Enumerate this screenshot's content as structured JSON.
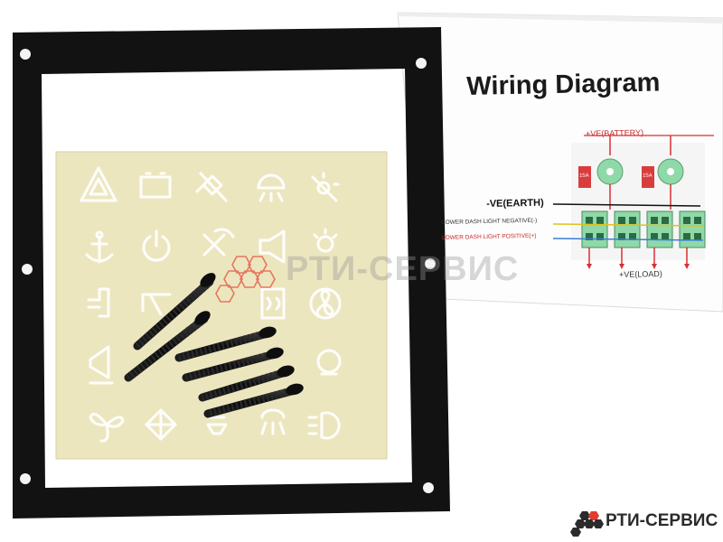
{
  "wiring_sheet": {
    "title": "Wiring Diagram",
    "ve_battery": "+VE(BATTERY)",
    "ve_earth": "-VE(EARTH)",
    "lower_dash_negative": "LOWER DASH LIGHT NEGATIVE(-)",
    "lower_dash_positive": "LOWER DASH LIGHT POSITIVE(+)",
    "ve_load": "+VE(LOAD)",
    "fuse_rating_1": "15A",
    "fuse_rating_2": "15A"
  },
  "watermark": {
    "text": "РТИ-СЕРВИС"
  },
  "brand": {
    "name": "РТИ-СЕРВИС"
  },
  "colors": {
    "gasket": "#121212",
    "sticker": "#ece6bf",
    "fuse": "#d93c3c",
    "switch": "#8fd9a8",
    "wire_red": "#d83030",
    "wire_yellow": "#e0c020",
    "wire_blue": "#3a7fd8",
    "logo_red": "#e23b2e"
  }
}
